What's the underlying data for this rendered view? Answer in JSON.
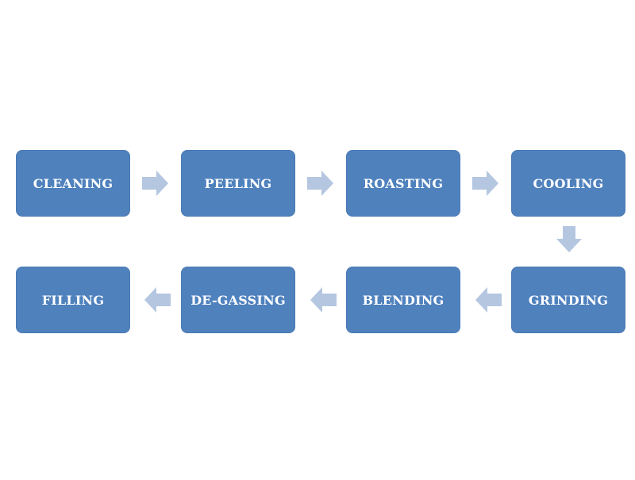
{
  "diagram": {
    "colors": {
      "box": "#4f81bd",
      "arrow": "#b4c6e0",
      "text": "#ffffff"
    },
    "steps": [
      {
        "label": "CLEANING"
      },
      {
        "label": "PEELING"
      },
      {
        "label": "ROASTING"
      },
      {
        "label": "COOLING"
      },
      {
        "label": "GRINDING"
      },
      {
        "label": "BLENDING"
      },
      {
        "label": "DE-GASSING"
      },
      {
        "label": "FILLING"
      }
    ],
    "arrows": [
      {
        "icon": "arrow-right-icon",
        "from": "CLEANING",
        "to": "PEELING"
      },
      {
        "icon": "arrow-right-icon",
        "from": "PEELING",
        "to": "ROASTING"
      },
      {
        "icon": "arrow-right-icon",
        "from": "ROASTING",
        "to": "COOLING"
      },
      {
        "icon": "arrow-down-icon",
        "from": "COOLING",
        "to": "GRINDING"
      },
      {
        "icon": "arrow-left-icon",
        "from": "GRINDING",
        "to": "BLENDING"
      },
      {
        "icon": "arrow-left-icon",
        "from": "BLENDING",
        "to": "DE-GASSING"
      },
      {
        "icon": "arrow-left-icon",
        "from": "DE-GASSING",
        "to": "FILLING"
      }
    ]
  }
}
